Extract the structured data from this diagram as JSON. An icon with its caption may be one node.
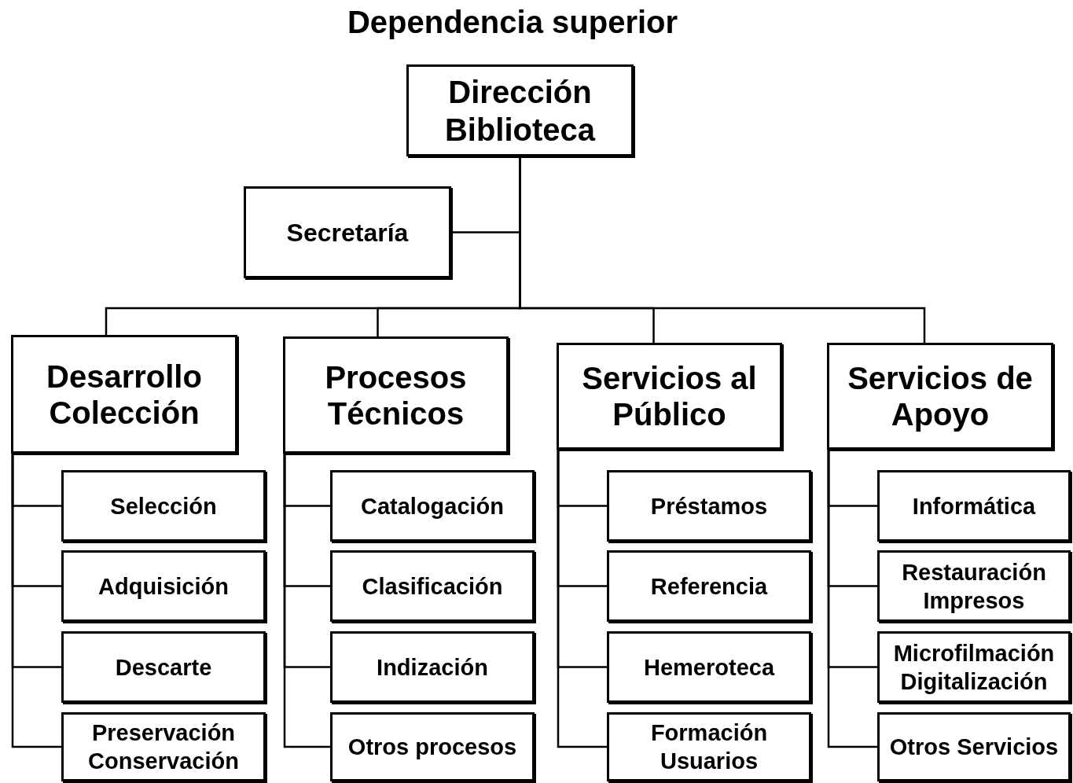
{
  "diagram": {
    "title": "Dependencia superior",
    "nodes": [
      {
        "text": [
          "Dirección Biblioteca"
        ]
      },
      {
        "text": [
          "Secretaría"
        ]
      },
      {
        "text": [
          "Desarrollo Colección"
        ]
      },
      {
        "text": [
          "Procesos Técnicos"
        ]
      },
      {
        "text": [
          "Servicios al Público"
        ]
      },
      {
        "text": [
          "Servicios de Apoyo"
        ]
      },
      {
        "text": [
          "Selección"
        ]
      },
      {
        "text": [
          "Adquisición"
        ]
      },
      {
        "text": [
          "Descarte"
        ]
      },
      {
        "text": [
          "Preservación Conservación"
        ]
      },
      {
        "text": [
          "Catalogación"
        ]
      },
      {
        "text": [
          "Clasificación"
        ]
      },
      {
        "text": [
          "Indización"
        ]
      },
      {
        "text": [
          "Otros procesos"
        ]
      },
      {
        "text": [
          "Préstamos"
        ]
      },
      {
        "text": [
          "Referencia"
        ]
      },
      {
        "text": [
          "Hemeroteca"
        ]
      },
      {
        "text": [
          "Formación Usuarios"
        ]
      },
      {
        "text": [
          "Informática"
        ]
      },
      {
        "text": [
          "Restauración Impresos"
        ]
      },
      {
        "text": [
          "Microfilmación Digitalización"
        ]
      },
      {
        "text": [
          "Otros Servicios"
        ]
      }
    ],
    "edges": [
      {
        "from": 0,
        "to": 1,
        "arrow": "none"
      },
      {
        "from": 0,
        "to": 2,
        "arrow": "none"
      },
      {
        "from": 0,
        "to": 3,
        "arrow": "none"
      },
      {
        "from": 0,
        "to": 4,
        "arrow": "none"
      },
      {
        "from": 0,
        "to": 5,
        "arrow": "none"
      },
      {
        "from": 2,
        "to": 6,
        "arrow": "none"
      },
      {
        "from": 2,
        "to": 7,
        "arrow": "none"
      },
      {
        "from": 2,
        "to": 8,
        "arrow": "none"
      },
      {
        "from": 2,
        "to": 9,
        "arrow": "none"
      },
      {
        "from": 3,
        "to": 10,
        "arrow": "none"
      },
      {
        "from": 3,
        "to": 11,
        "arrow": "none"
      },
      {
        "from": 3,
        "to": 12,
        "arrow": "none"
      },
      {
        "from": 3,
        "to": 13,
        "arrow": "none"
      },
      {
        "from": 4,
        "to": 14,
        "arrow": "none"
      },
      {
        "from": 4,
        "to": 15,
        "arrow": "none"
      },
      {
        "from": 4,
        "to": 16,
        "arrow": "none"
      },
      {
        "from": 4,
        "to": 17,
        "arrow": "none"
      },
      {
        "from": 5,
        "to": 18,
        "arrow": "none"
      },
      {
        "from": 5,
        "to": 19,
        "arrow": "none"
      },
      {
        "from": 5,
        "to": 20,
        "arrow": "none"
      },
      {
        "from": 5,
        "to": 21,
        "arrow": "none"
      }
    ]
  }
}
